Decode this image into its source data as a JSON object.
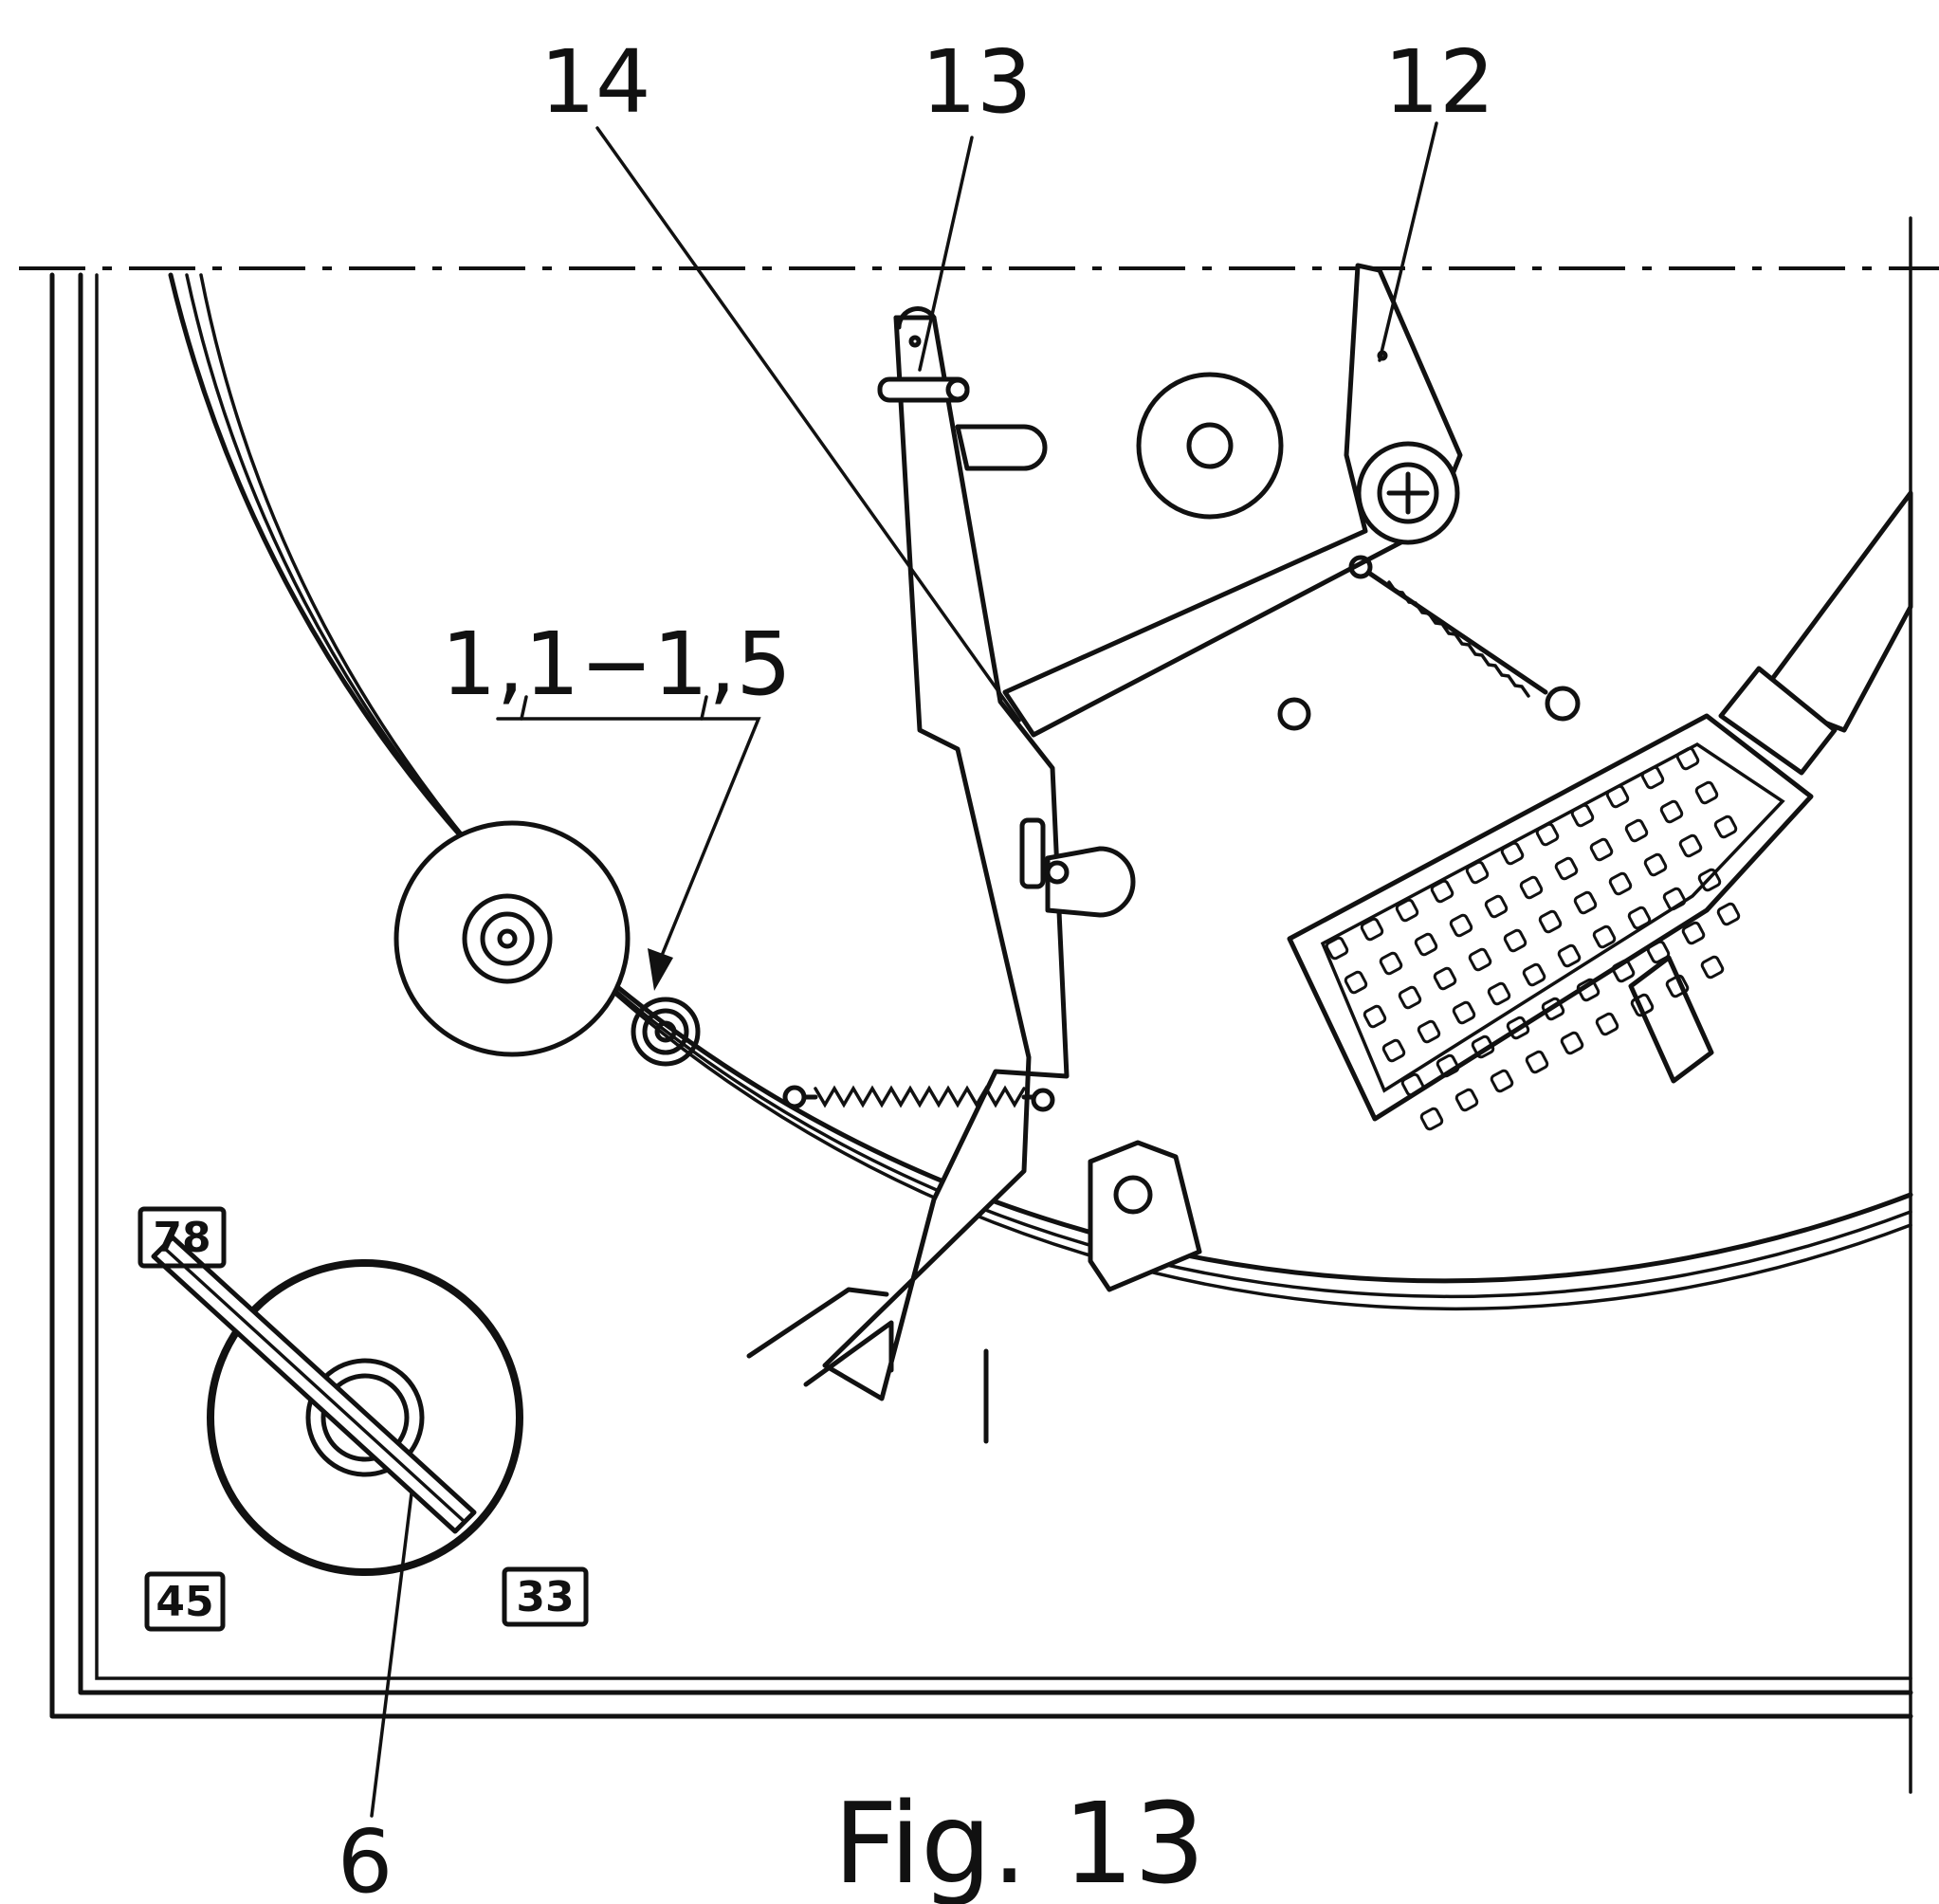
{
  "figure": {
    "caption": "Fig. 13",
    "labels": {
      "part_14": "14",
      "part_13": "13",
      "part_12": "12",
      "part_6": "6",
      "range": "1,1−1,5"
    },
    "speed_markers": {
      "speed_78": "78",
      "speed_45": "45",
      "speed_33": "33"
    }
  }
}
